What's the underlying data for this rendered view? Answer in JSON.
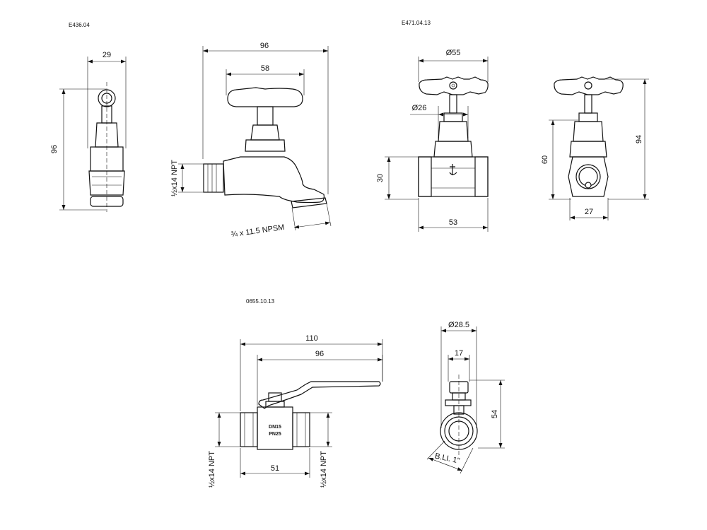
{
  "codes": {
    "faucet": "E436.04",
    "globe_valve": "E471.04.13",
    "ball_valve": "0655.10.13"
  },
  "dims": {
    "faucet_side_width": "29",
    "faucet_side_height": "96",
    "faucet_front_width": "96",
    "faucet_handle_width": "58",
    "faucet_inlet_thread": "½x14 NPT",
    "faucet_outlet_thread": "¾ x 11.5 NPSM",
    "globe_wheel_dia": "Ø55",
    "globe_stem_dia": "Ø26",
    "globe_body_height": "30",
    "globe_body_length": "53",
    "globe_side_height": "60",
    "globe_total_height": "94",
    "globe_side_width": "27",
    "ball_total_length": "110",
    "ball_handle_length": "96",
    "ball_body_length": "51",
    "ball_thread_left": "½x14 NPT",
    "ball_thread_right": "½x14 NPT",
    "ball_side_dia": "Ø28.5",
    "ball_nut_width": "17",
    "ball_side_height": "54",
    "ball_bore": "B.LI. 1\""
  },
  "marks": {
    "ball_body_mark1": "DN15",
    "ball_body_mark2": "PN25"
  }
}
